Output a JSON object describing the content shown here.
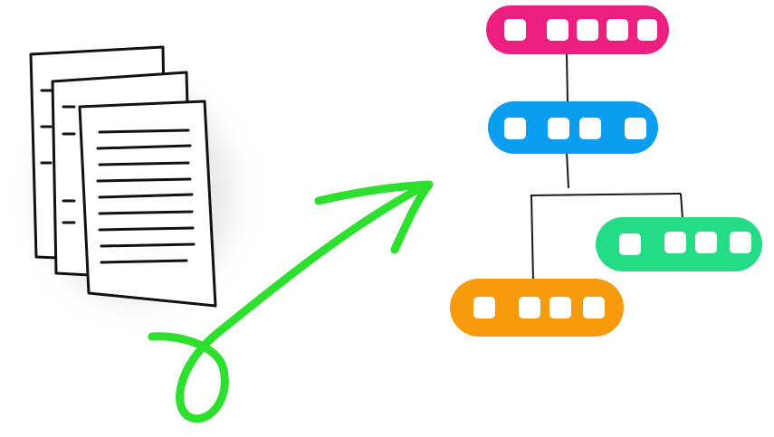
{
  "diagram": {
    "documents": {
      "count": 3,
      "text_lines": 9
    },
    "arrow": {
      "color": "#2ee02e"
    },
    "nodes": [
      {
        "id": "node-magenta",
        "color": "#ec1f80",
        "cells": 5
      },
      {
        "id": "node-blue",
        "color": "#0b9ef0",
        "cells": 4
      },
      {
        "id": "node-green",
        "color": "#24db86",
        "cells": 4
      },
      {
        "id": "node-orange",
        "color": "#f79a0c",
        "cells": 4
      }
    ],
    "connector_color": "#1a1a1a"
  }
}
